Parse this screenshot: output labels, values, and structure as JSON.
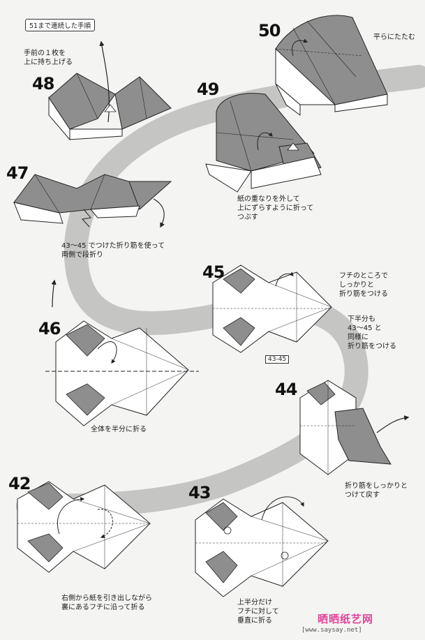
{
  "page": {
    "reference_note": "51まで連続した手順",
    "bg_color": "#f4f4f2",
    "path_color": "#b8b8b8",
    "paper_dark": "#8e8e8e",
    "paper_light": "#ffffff"
  },
  "steps": [
    {
      "number": "50",
      "text": "平らにたたむ"
    },
    {
      "number": "48",
      "text": "手前の１枚を\n上に持ち上げる"
    },
    {
      "number": "49",
      "text": "紙の重なりを外して\n上にずらすように折って\nつぶす"
    },
    {
      "number": "47",
      "text": "43〜45 でつけた折り筋を使って\n両側で段折り"
    },
    {
      "number": "45",
      "text": "フチのところで\nしっかりと\n折り筋をつける"
    },
    {
      "number": "45",
      "text": "下半分も\n43〜45 と\n同様に\n折り筋をつける",
      "tag": "43-45"
    },
    {
      "number": "46",
      "text": "全体を半分に折る"
    },
    {
      "number": "44",
      "text": "折り筋をしっかりと\nつけて戻す"
    },
    {
      "number": "42",
      "text": "右側から紙を引き出しながら\n裏にあるフチに沿って折る"
    },
    {
      "number": "43",
      "text": "上半分だけ\nフチに対して\n垂直に折る"
    }
  ],
  "watermark": {
    "title": "晒晒纸艺网",
    "url": "[www.saysay.net]"
  },
  "icons": [
    "arrow-icon",
    "flip-arrow-icon",
    "hand-pointer-icon",
    "valley-fold-line-icon"
  ]
}
